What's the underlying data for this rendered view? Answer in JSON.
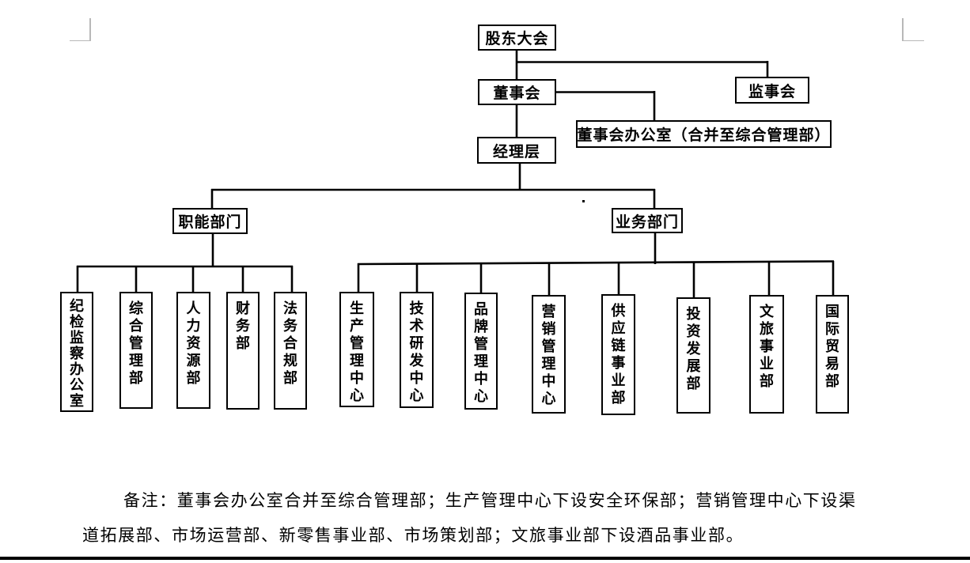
{
  "chart": {
    "root": "股东大会",
    "board": "董事会",
    "supervisory": "监事会",
    "board_office": "董事会办公室（合并至综合管理部）",
    "management": "经理层",
    "functional_header": "职能部门",
    "business_header": "业务部门",
    "functional_departments": [
      "纪检监察办公室",
      "综合管理部",
      "人力资源部",
      "财务部",
      "法务合规部"
    ],
    "business_departments": [
      "生产管理中心",
      "技术研发中心",
      "品牌管理中心",
      "营销管理中心",
      "供应链事业部",
      "投资发展部",
      "文旅事业部",
      "国际贸易部"
    ]
  },
  "note": {
    "line1": "备注：董事会办公室合并至综合管理部；生产管理中心下设安全环保部；营销管理中心下设渠",
    "line2": "道拓展部、市场运营部、新零售事业部、市场策划部；文旅事业部下设酒品事业部。"
  },
  "colors": {
    "line": "#000000",
    "box_border": "#000000",
    "box_fill": "#ffffff",
    "background": "#ffffff",
    "corner_mark": "#b8b8b8"
  }
}
